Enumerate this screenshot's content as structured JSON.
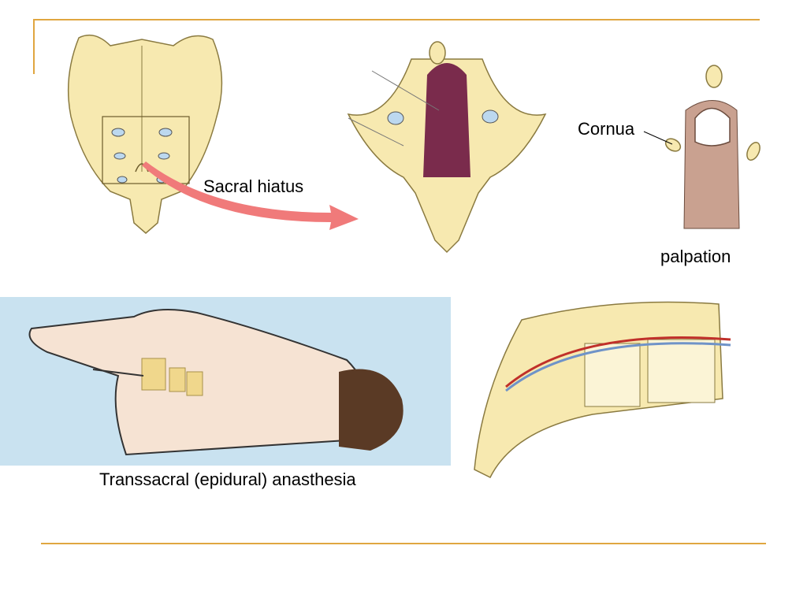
{
  "labels": {
    "sacral_hiatus": "Sacral hiatus",
    "cornua": "Cornua",
    "palpation": "palpation",
    "caption": "Transsacral (epidural) anasthesia"
  },
  "colors": {
    "accent_rule": "#e0a640",
    "bone": "#f7e9b0",
    "bone_stroke": "#8a7a40",
    "arrow": "#f07a7a",
    "sky": "#c9e2f0",
    "skin": "#f6e3d3",
    "hair": "#5a3a25",
    "finger": "#c9a190",
    "nerve": "#7a2b4c",
    "canal_blue": "#6f93c8",
    "canal_red": "#c0302a"
  }
}
